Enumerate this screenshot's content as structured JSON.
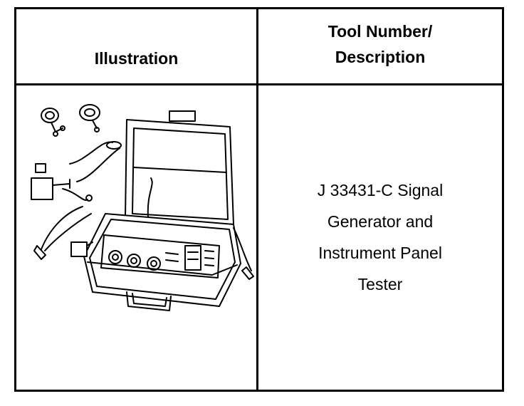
{
  "header": {
    "illustration": "Illustration",
    "tool_line1": "Tool Number/",
    "tool_line2": "Description"
  },
  "row": {
    "desc_line1": "J 33431-C Signal",
    "desc_line2": "Generator and",
    "desc_line3": "Instrument Panel",
    "desc_line4": "Tester"
  },
  "illustration_icon": "signal-generator-tester-kit"
}
